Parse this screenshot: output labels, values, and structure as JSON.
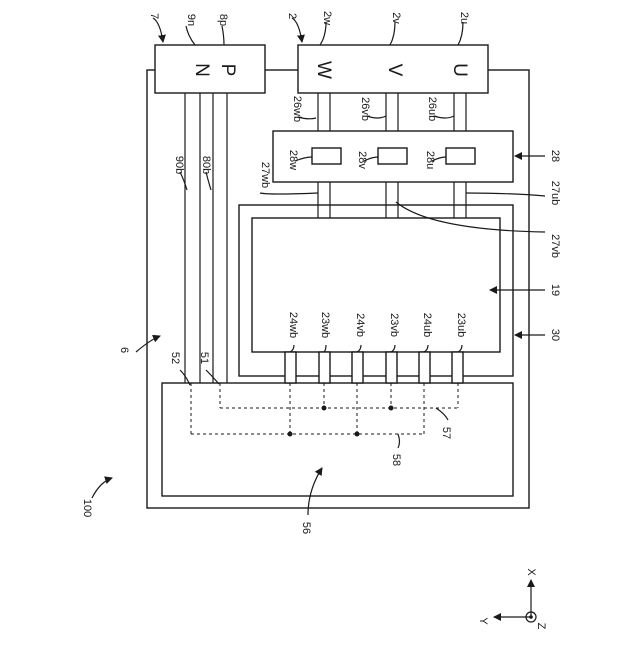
{
  "labels": {
    "l7": "7",
    "l9n": "9n",
    "l8p": "8p",
    "l2": "2",
    "l2w": "2w",
    "l2v": "2v",
    "l2u": "2u",
    "N": "N",
    "P": "P",
    "W": "W",
    "V": "V",
    "U": "U",
    "l26wb": "26wb",
    "l26vb": "26vb",
    "l26ub": "26ub",
    "l28w": "28w",
    "l28v": "28v",
    "l28u": "28u",
    "l28": "28",
    "l27wb": "27wb",
    "l27ub": "27ub",
    "l27vb": "27vb",
    "l90b": "90b",
    "l80b": "80b",
    "l19": "19",
    "l30": "30",
    "l6": "6",
    "l52": "52",
    "l51": "51",
    "l24wb": "24wb",
    "l23wb": "23wb",
    "l24vb": "24vb",
    "l23vb": "23vb",
    "l24ub": "24ub",
    "l23ub": "23ub",
    "l57": "57",
    "l58": "58",
    "l56": "56",
    "l100": "100"
  },
  "axes": {
    "x": "X",
    "y": "Y",
    "z": "Z"
  }
}
